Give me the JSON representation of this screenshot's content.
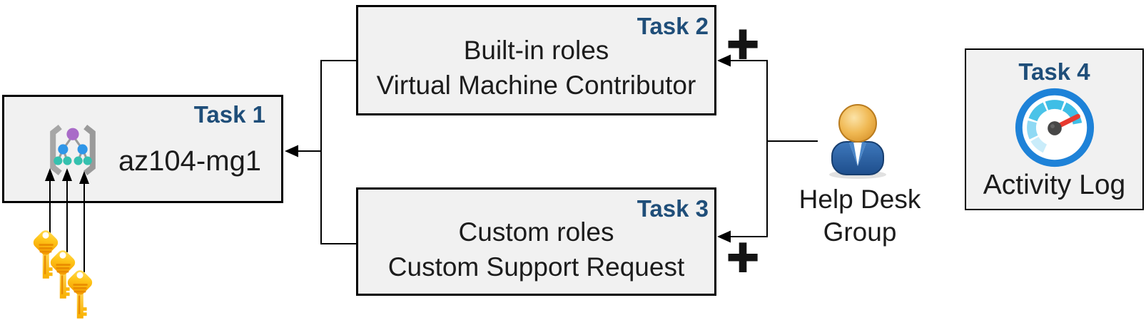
{
  "colors": {
    "task-label": "#1F4E79",
    "box-bg": "#F1F1F1",
    "box-border": "#000000",
    "line": "#000000",
    "text": "#1C1C1C",
    "key-gold-light": "#FFDF5E",
    "key-gold-dark": "#F59E00",
    "key-stripe": "#E98C00",
    "person-body-blue": "#2E6CB5",
    "person-head-gold": "#EFB953",
    "gauge-ring": "#1E82D8",
    "gauge-segment": "#3FBEE6",
    "gauge-segment-light": "#C9ECFA",
    "gauge-needle": "#E8392F",
    "mg-root-purple": "#A96BC8",
    "mg-node-blue": "#2F96E8",
    "mg-leaf-teal": "#35C1AF",
    "mg-bracket": "#A6A6A6"
  },
  "boxes": {
    "task1": {
      "label": "Task 1",
      "title": "az104-mg1",
      "icon": "management-group-icon"
    },
    "task2": {
      "label": "Task 2",
      "line1": "Built-in roles",
      "line2": "Virtual Machine Contributor"
    },
    "task3": {
      "label": "Task 3",
      "line1": "Custom roles",
      "line2": "Custom Support Request"
    },
    "task4": {
      "label": "Task 4",
      "caption": "Activity Log",
      "icon": "activity-log-gauge-icon"
    }
  },
  "annotations": {
    "plus_task2": "+",
    "plus_task3": "+",
    "help_desk": {
      "label": "Help Desk Group",
      "icon": "person-icon"
    },
    "keys": {
      "icon": "key-icon",
      "count": 3
    }
  }
}
